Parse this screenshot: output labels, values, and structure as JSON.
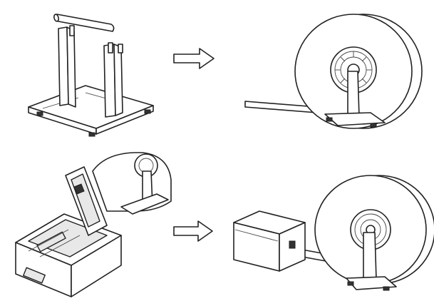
{
  "figure": {
    "steps": [
      {
        "name": "assemble-holder"
      },
      {
        "name": "mount-roll"
      },
      {
        "name": "printer-with-roll"
      },
      {
        "name": "feed-paper-to-printer"
      }
    ],
    "arrows": [
      {
        "name": "arrow-top",
        "direction": "right"
      },
      {
        "name": "arrow-bottom",
        "direction": "right"
      }
    ]
  }
}
